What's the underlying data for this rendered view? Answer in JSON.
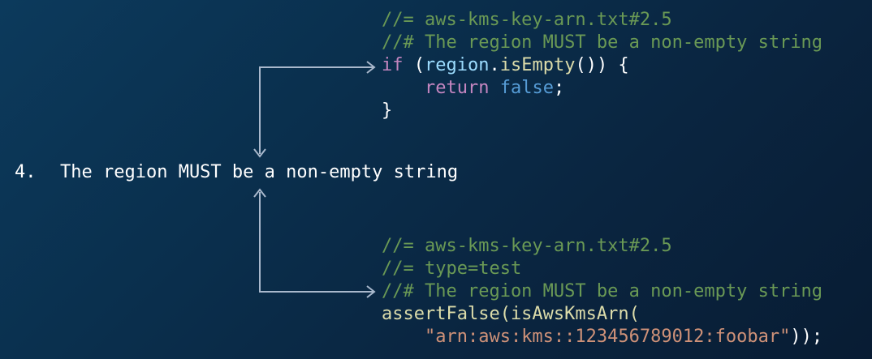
{
  "requirement": {
    "number": "4.",
    "text": "The region MUST be a non-empty string"
  },
  "implementation": {
    "line1": "//= aws-kms-key-arn.txt#2.5",
    "line2": "//# The region MUST be a non-empty string",
    "if_kw": "if",
    "paren_open": " (",
    "region": "region",
    "dot": ".",
    "is_empty": "isEmpty",
    "rest": "()) {",
    "indent": "    ",
    "return_kw": "return",
    "space": " ",
    "false_kw": "false",
    "semicolon": ";",
    "close": "}"
  },
  "test": {
    "line1": "//= aws-kms-key-arn.txt#2.5",
    "line2": "//= type=test",
    "line3": "//# The region MUST be a non-empty string",
    "assert_line": "assertFalse(isAwsKmsArn(",
    "indent": "    ",
    "arn_string": "\"arn:aws:kms::123456789012:foobar\"",
    "tail": "));"
  },
  "colors": {
    "background": "#0a2f4d",
    "comment": "#6a9955",
    "keyword": "#c586c0",
    "identifier": "#9cdcfe",
    "function": "#dcdcaa",
    "boolean": "#569cd6",
    "string": "#ce9178",
    "arrow": "#a9b8cc"
  }
}
